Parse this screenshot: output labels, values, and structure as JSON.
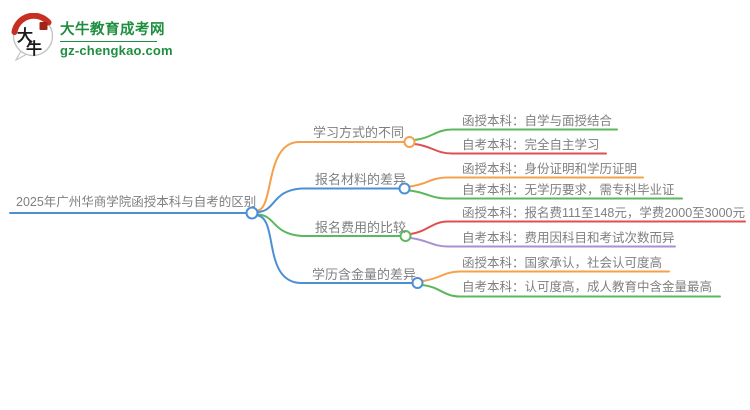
{
  "logo": {
    "icon_chars": "大牛",
    "icon_char_top": "大",
    "icon_char_bottom": "牛",
    "title": "大牛教育成考网",
    "domain": "gz-chengkao.com"
  },
  "palette": {
    "blue": "#4b8fd5",
    "orange": "#f5a04b",
    "green": "#5cb85c",
    "red": "#e04f4f",
    "purple": "#a98fd6",
    "brand_green": "#1e8e3e",
    "brand_red": "#c62f22",
    "node_text_gray": "#7f7f7f"
  },
  "mindmap": {
    "root": {
      "label": "2025年广州华商学院函授本科与自考的区别",
      "color": "#4b8fd5"
    },
    "branches": [
      {
        "label": "学习方式的不同",
        "color": "#f5a04b",
        "children": [
          {
            "label": "函授本科：自学与面授结合",
            "color": "#5cb85c"
          },
          {
            "label": "自考本科：完全自主学习",
            "color": "#e04f4f"
          }
        ]
      },
      {
        "label": "报名材料的差异",
        "color": "#4b8fd5",
        "children": [
          {
            "label": "函授本科：身份证明和学历证明",
            "color": "#f5a04b"
          },
          {
            "label": "自考本科：无学历要求，需专科毕业证",
            "color": "#5cb85c"
          }
        ]
      },
      {
        "label": "报名费用的比较",
        "color": "#5cb85c",
        "children": [
          {
            "label": "函授本科：报名费111至148元，学费2000至3000元",
            "color": "#e04f4f"
          },
          {
            "label": "自考本科：费用因科目和考试次数而异",
            "color": "#a98fd6"
          }
        ]
      },
      {
        "label": "学历含金量的差异",
        "color": "#4b8fd5",
        "children": [
          {
            "label": "函授本科：国家承认，社会认可度高",
            "color": "#f5a04b"
          },
          {
            "label": "自考本科：认可度高，成人教育中含金量最高",
            "color": "#5cb85c"
          }
        ]
      }
    ]
  }
}
